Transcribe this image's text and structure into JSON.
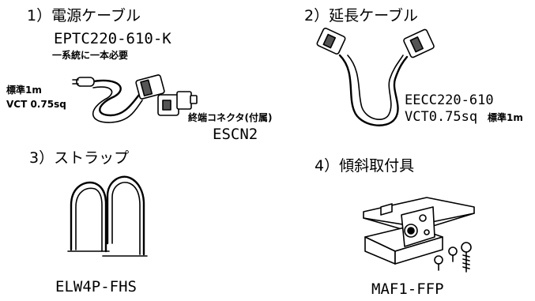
{
  "power_cable": {
    "title": "1）電源ケーブル",
    "model": "EPTC220-610-K",
    "note": "一系統に一本必要",
    "length_label": "標準1m",
    "spec": "VCT 0.75sq",
    "terminator_label": "終端コネクタ(付属)",
    "terminator_model": "ESCN2"
  },
  "extension_cable": {
    "title": "2）延長ケーブル",
    "model": "EECC220-610",
    "spec": "VCT0.75sq",
    "length_label": "標準1m"
  },
  "strap": {
    "title": "3）ストラップ",
    "model": "ELW4P-FHS"
  },
  "tilt_mount": {
    "title": "4）傾斜取付具",
    "model": "MAF1-FFP"
  }
}
